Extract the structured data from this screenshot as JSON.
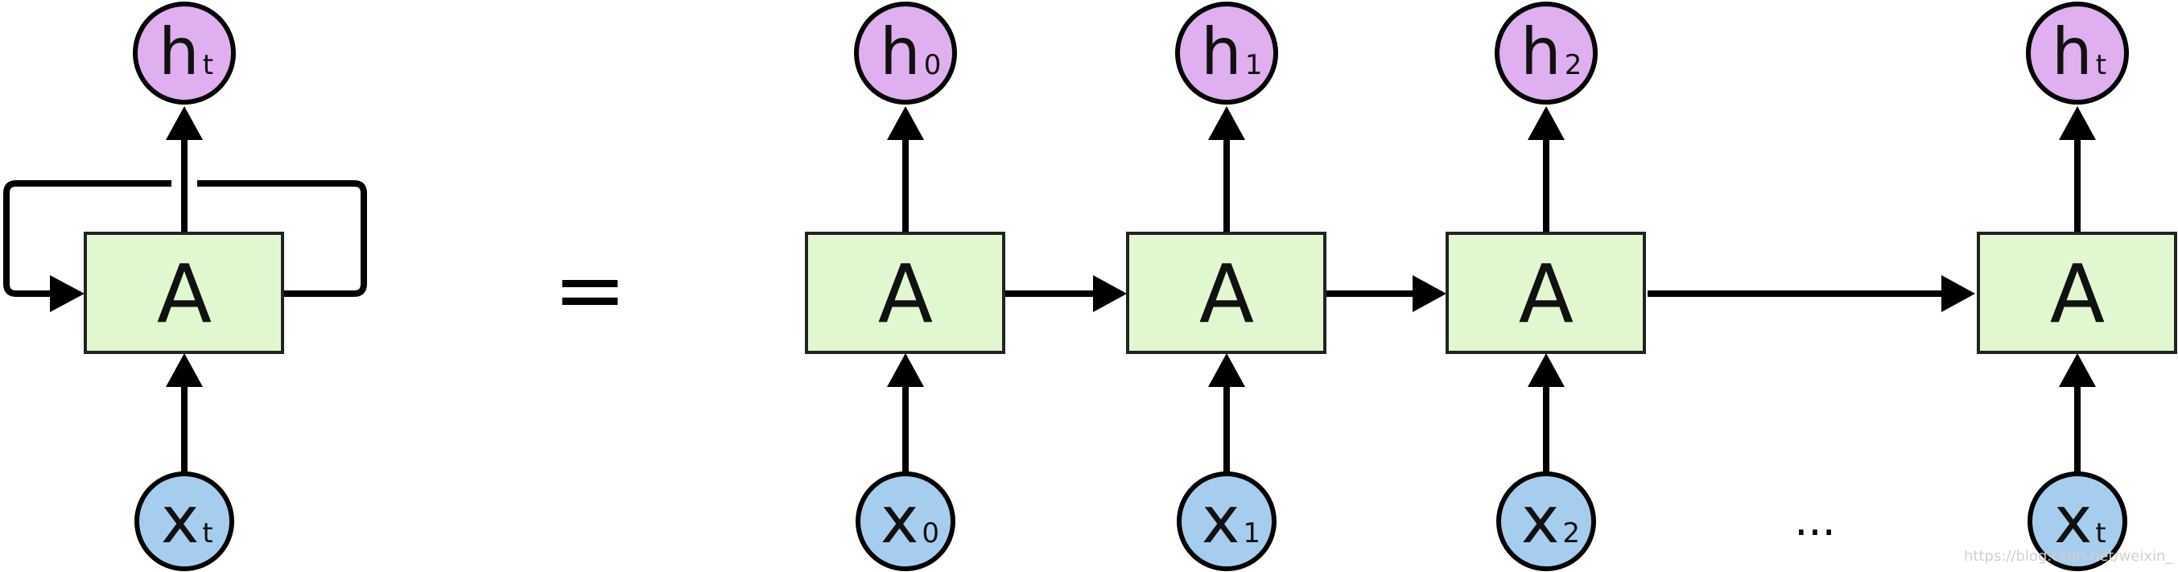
{
  "colors": {
    "cell_fill": "#e1f7cf",
    "output_fill": "#dfafef",
    "input_fill": "#a7cdee",
    "stroke": "#000000"
  },
  "folded": {
    "cell_label": "A",
    "output": {
      "main": "h",
      "sub": "t"
    },
    "input": {
      "main": "x",
      "sub": "t"
    }
  },
  "equals": "=",
  "unrolled": [
    {
      "cell_label": "A",
      "output": {
        "main": "h",
        "sub": "0"
      },
      "input": {
        "main": "x",
        "sub": "0"
      }
    },
    {
      "cell_label": "A",
      "output": {
        "main": "h",
        "sub": "1"
      },
      "input": {
        "main": "x",
        "sub": "1"
      }
    },
    {
      "cell_label": "A",
      "output": {
        "main": "h",
        "sub": "2"
      },
      "input": {
        "main": "x",
        "sub": "2"
      }
    },
    {
      "cell_label": "A",
      "output": {
        "main": "h",
        "sub": "t"
      },
      "input": {
        "main": "x",
        "sub": "t"
      }
    }
  ],
  "ellipsis": "...",
  "watermark": "https://blog.csdn.net/weixin_"
}
